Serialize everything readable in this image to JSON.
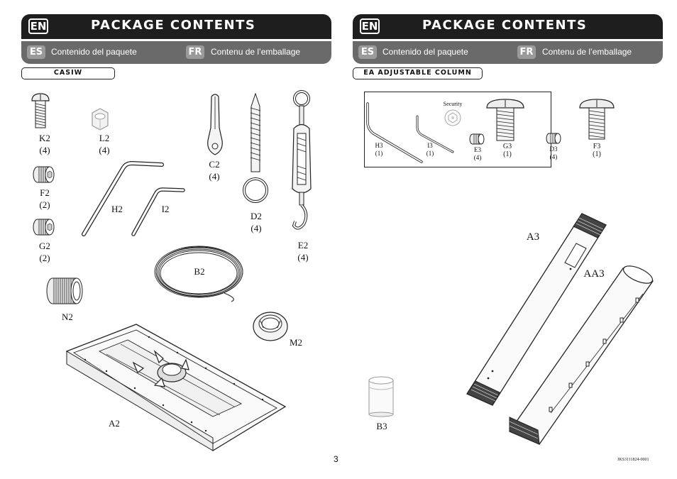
{
  "panels": [
    {
      "lang_en": "EN",
      "title": "PACKAGE CONTENTS",
      "lang_es": "ES",
      "text_es": "Contenido del paquete",
      "lang_fr": "FR",
      "text_fr": "Contenu de l’emballage",
      "tag": "CASIW"
    },
    {
      "lang_en": "EN",
      "title": "PACKAGE CONTENTS",
      "lang_es": "ES",
      "text_es": "Contenido del paquete",
      "lang_fr": "FR",
      "text_fr": "Contenu de l’emballage",
      "tag": "EA ADJUSTABLE COLUMN"
    }
  ],
  "parts_left": {
    "k2": {
      "name": "K2",
      "qty": "(4)"
    },
    "l2": {
      "name": "L2",
      "qty": "(4)"
    },
    "c2": {
      "name": "C2",
      "qty": "(4)"
    },
    "d2": {
      "name": "D2",
      "qty": "(4)"
    },
    "e2": {
      "name": "E2",
      "qty": "(4)"
    },
    "f2": {
      "name": "F2",
      "qty": "(2)"
    },
    "g2": {
      "name": "G2",
      "qty": "(2)"
    },
    "h2": {
      "name": "H2"
    },
    "i2": {
      "name": "I2"
    },
    "b2": {
      "name": "B2"
    },
    "n2": {
      "name": "N2"
    },
    "m2": {
      "name": "M2"
    },
    "a2": {
      "name": "A2"
    }
  },
  "parts_right": {
    "security": "Security",
    "h3": {
      "name": "H3",
      "qty": "(1)"
    },
    "i3": {
      "name": "I3",
      "qty": "(1)"
    },
    "e3": {
      "name": "E3",
      "qty": "(4)"
    },
    "g3": {
      "name": "G3",
      "qty": "(1)"
    },
    "d3": {
      "name": "D3",
      "qty": "(4)"
    },
    "f3": {
      "name": "F3",
      "qty": "(1)"
    },
    "a3": {
      "name": "A3"
    },
    "aa3": {
      "name": "AA3"
    },
    "b3": {
      "name": "B3"
    }
  },
  "page_number": "3",
  "doc_code": "JKS3111824-0001"
}
